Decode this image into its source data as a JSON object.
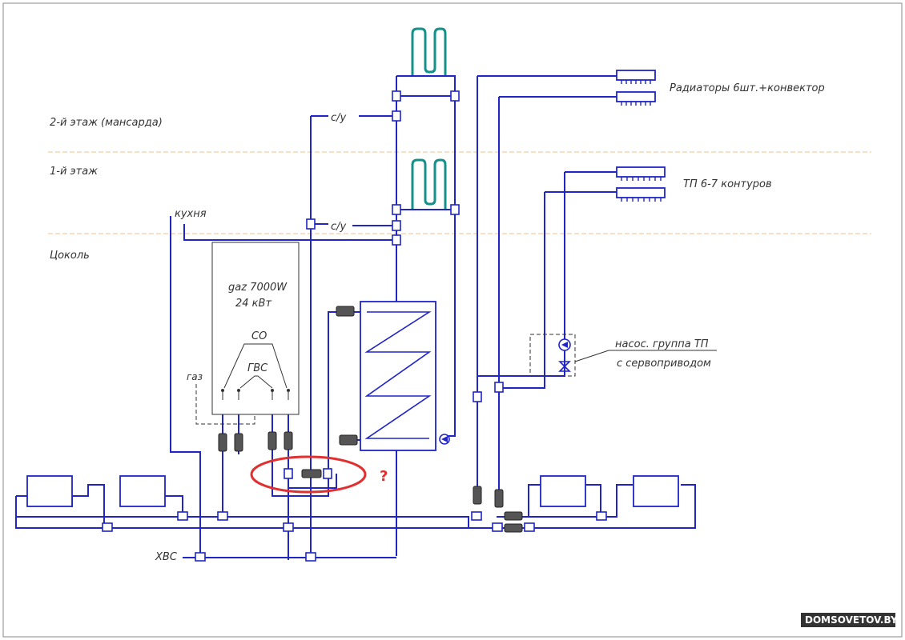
{
  "floors": {
    "second": "2-й этаж (мансарда)",
    "first": "1-й этаж",
    "basement": "Цоколь"
  },
  "labels": {
    "kitchen": "кухня",
    "bathroom_upper": "с/у",
    "bathroom_lower": "с/у",
    "radiators": "Радиаторы 6шт.+конвектор",
    "floor_heating": "ТП 6-7 контуров",
    "pump_group_line1": "насос. группа ТП",
    "pump_group_line2": "с сервоприводом",
    "boiler_model": "gaz 7000W",
    "boiler_power": "24 кВт",
    "co": "СО",
    "dhw": "ГВС",
    "gas": "газ",
    "cold_water": "ХВС",
    "question": "?"
  },
  "watermark": "DOMSOVETOV.BY",
  "colors": {
    "pipe": "#1f25c8",
    "coil": "#16908a",
    "highlight": "#e03030",
    "floor_line": "#f2c08c"
  }
}
